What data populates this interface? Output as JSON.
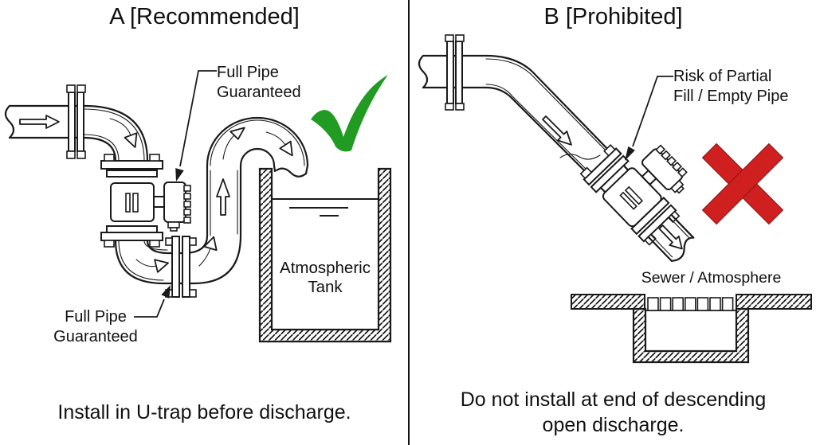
{
  "colors": {
    "ink": "#1a1a1a",
    "check_green": "#229b22",
    "cross_red": "#cf1f1f"
  },
  "panel_a": {
    "title": "A [Recommended]",
    "labels": {
      "full_pipe_top": "Full Pipe\nGuaranteed",
      "full_pipe_bottom": "Full Pipe\nGuaranteed",
      "tank": "Atmospheric\nTank"
    },
    "caption": "Install in U-trap before discharge.",
    "verdict": "check"
  },
  "panel_b": {
    "title": "B [Prohibited]",
    "labels": {
      "risk": "Risk of Partial\nFill / Empty Pipe",
      "sewer": "Sewer / Atmosphere"
    },
    "caption": "Do not install at end of descending\nopen discharge.",
    "verdict": "cross"
  }
}
